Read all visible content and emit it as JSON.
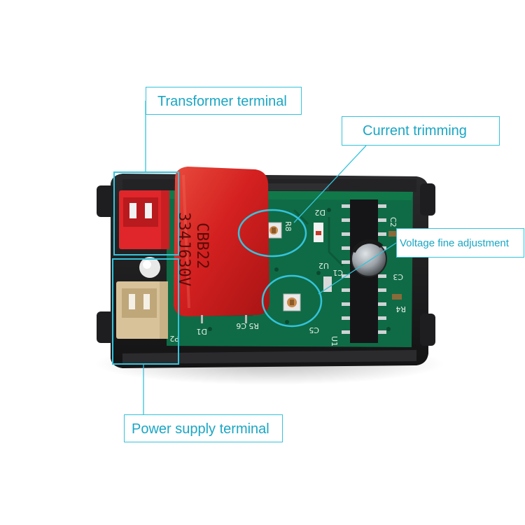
{
  "callouts": {
    "transformer_terminal": "Transformer terminal",
    "current_trimming": "Current trimming",
    "voltage_fine_adjustment": "Voltage fine adjustment",
    "power_supply_terminal": "Power supply terminal"
  },
  "component_markings": {
    "capacitor_line1": "CBB22",
    "capacitor_line2": "334J630V",
    "silk_d2": "D2",
    "silk_r8": "R8",
    "silk_u2": "U2",
    "silk_c1": "C1",
    "silk_c2": "C2",
    "silk_c3": "C3",
    "silk_r4": "R4",
    "silk_d1": "D1",
    "silk_r5": "R5",
    "silk_c6": "C6",
    "silk_c5": "C5",
    "silk_u1": "U1",
    "silk_p2": "P2"
  },
  "colors": {
    "callout_accent": "#35c3dc",
    "callout_text": "#1aa6c4",
    "pcb_green": "#0f6b45",
    "capacitor_red": "#d42020",
    "connector_red": "#e0262a",
    "connector_beige": "#d8c29a",
    "housing": "#1b1b1d"
  }
}
